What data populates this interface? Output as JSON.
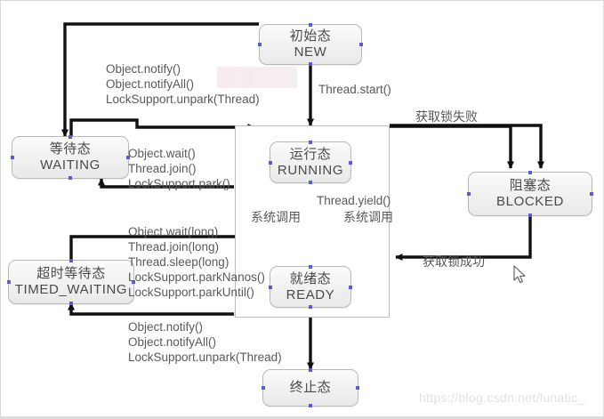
{
  "diagram": {
    "title": "Java Thread State Transition Diagram",
    "nodes": [
      {
        "id": "new",
        "cn": "初始态",
        "en": "NEW"
      },
      {
        "id": "waiting",
        "cn": "等待态",
        "en": "WAITING"
      },
      {
        "id": "timed_waiting",
        "cn": "超时等待态",
        "en": "TIMED_WAITING"
      },
      {
        "id": "running",
        "cn": "运行态",
        "en": "RUNNING"
      },
      {
        "id": "ready",
        "cn": "就绪态",
        "en": "READY"
      },
      {
        "id": "blocked",
        "cn": "阻塞态",
        "en": "BLOCKED"
      },
      {
        "id": "terminated",
        "cn": "终止态",
        "en": ""
      }
    ],
    "labels": {
      "notify_group_top": [
        "Object.notify()",
        "Object.notifyAll()",
        "LockSupport.unpark(Thread)"
      ],
      "thread_start": "Thread.start()",
      "wait_group": [
        "Object.wait()",
        "Thread.join()",
        "LockSupport.park()"
      ],
      "timed_wait_group": [
        "Object.wait(long)",
        "Thread.join(long)",
        "Thread.sleep(long)",
        "LockSupport.parkNanos()",
        "LockSupport.parkUntil()"
      ],
      "notify_group_bottom": [
        "Object.notify()",
        "Object.notifyAll()",
        "LockSupport.unpark(Thread)"
      ],
      "lock_fail": "获取锁失败",
      "lock_success": "获取锁成功",
      "syscall_left": "系统调用",
      "syscall_right": "系统调用",
      "thread_yield": "Thread.yield()"
    },
    "watermark": "https://blog.csdn.net/lunatic_",
    "colors": {
      "node_border": "#b9b9bd",
      "node_text": "#4a4a4a",
      "label_text": "#595959",
      "arrow": "#111111",
      "handle": "#5b5bd6",
      "watermark": "#e2e2e4"
    }
  }
}
